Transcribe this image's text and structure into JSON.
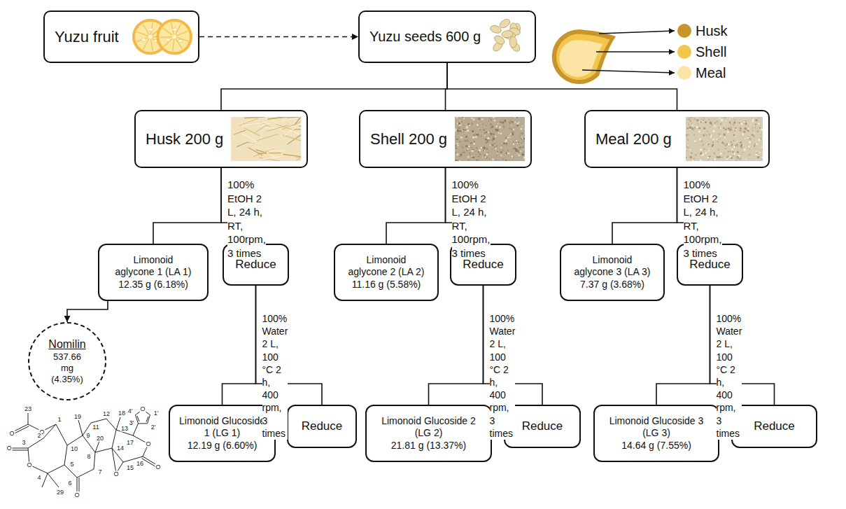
{
  "diagram": {
    "nodes": [
      {
        "text": [
          "Yuzu fruit"
        ]
      },
      {
        "text": [
          "Yuzu seeds 600 g"
        ]
      },
      {
        "text": [
          "Husk 200 g"
        ]
      },
      {
        "text": [
          "Shell 200 g"
        ]
      },
      {
        "text": [
          "Meal 200 g"
        ]
      },
      {
        "text": [
          "Limonoid aglycone 1 (LA 1)",
          "12.35 g (6.18%)"
        ]
      },
      {
        "text": [
          "Reduce"
        ]
      },
      {
        "text": [
          "Limonoid aglycone 2 (LA 2)",
          "11.16 g (5.58%)"
        ]
      },
      {
        "text": [
          "Reduce"
        ]
      },
      {
        "text": [
          "Limonoid aglycone 3 (LA 3)",
          "7.37 g (3.68%)"
        ]
      },
      {
        "text": [
          "Reduce"
        ]
      },
      {
        "text": [
          "Nomilin",
          "537.66 mg (4.35%)"
        ]
      },
      {
        "text": [
          "Limonoid Glucoside 1 (LG 1)",
          "12.19 g (6.60%)"
        ]
      },
      {
        "text": [
          "Reduce"
        ]
      },
      {
        "text": [
          "Limonoid Glucoside 2 (LG 2)",
          "21.81 g (13.37%)"
        ]
      },
      {
        "text": [
          "Reduce"
        ]
      },
      {
        "text": [
          "Limonoid Glucoside 3 (LG 3)",
          "14.64 g (7.55%)"
        ]
      },
      {
        "text": [
          "Reduce"
        ]
      }
    ],
    "edges": [
      {
        "from": 0,
        "to": 1,
        "arrow": "to"
      },
      {
        "from": 1,
        "to": 2,
        "arrow": "none"
      },
      {
        "from": 1,
        "to": 3,
        "arrow": "none"
      },
      {
        "from": 1,
        "to": 4,
        "arrow": "none"
      },
      {
        "from": 2,
        "to": 5,
        "label": "100% EtOH 2 L, 24 h, RT, 100rpm, 3 times",
        "arrow": "none"
      },
      {
        "from": 2,
        "to": 6,
        "arrow": "none"
      },
      {
        "from": 3,
        "to": 7,
        "label": "100% EtOH 2 L, 24 h, RT, 100rpm, 3 times",
        "arrow": "none"
      },
      {
        "from": 3,
        "to": 8,
        "arrow": "none"
      },
      {
        "from": 4,
        "to": 9,
        "label": "100% EtOH 2 L, 24 h, RT, 100rpm, 3 times",
        "arrow": "none"
      },
      {
        "from": 4,
        "to": 10,
        "arrow": "none"
      },
      {
        "from": 5,
        "to": 11,
        "arrow": "to"
      },
      {
        "from": 6,
        "to": 12,
        "label": "100% Water 2 L, 100 °C 2 h, 400 rpm, 3 times",
        "arrow": "none"
      },
      {
        "from": 6,
        "to": 13,
        "arrow": "none"
      },
      {
        "from": 8,
        "to": 14,
        "label": "100% Water 2 L, 100 °C 2 h, 400 rpm, 3 times",
        "arrow": "none"
      },
      {
        "from": 8,
        "to": 15,
        "arrow": "none"
      },
      {
        "from": 10,
        "to": 16,
        "label": "100% Water 2 L, 100 °C 2 h, 400 rpm, 3 times",
        "arrow": "none"
      },
      {
        "from": 10,
        "to": 17,
        "arrow": "none"
      }
    ],
    "labels": [
      "23",
      "O",
      "O",
      "1",
      "2",
      "3",
      "O",
      "O",
      "4",
      "5",
      "10",
      "29",
      "19",
      "9",
      "11",
      "12",
      "18",
      "13",
      "17",
      "20",
      "8",
      "7",
      "6",
      "O",
      "14",
      "O",
      "15",
      "16",
      "O",
      "O",
      "O",
      "1'",
      "2'",
      "3'",
      "4'"
    ],
    "legend": [
      {
        "text": "Husk",
        "color": "#c8952c"
      },
      {
        "text": "Shell",
        "color": "#f3c54d"
      },
      {
        "text": "Meal",
        "color": "#fbe4a4"
      }
    ]
  }
}
